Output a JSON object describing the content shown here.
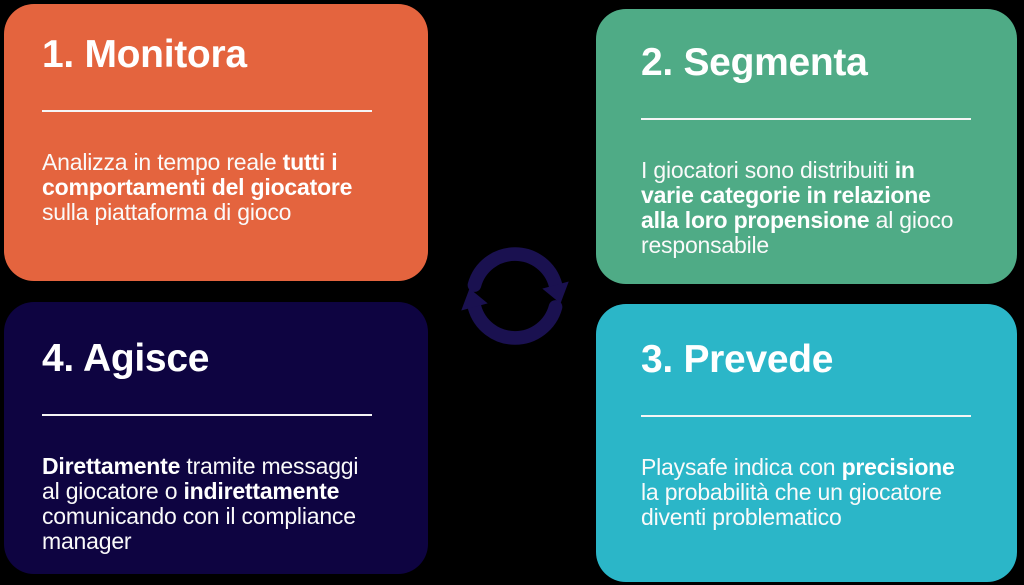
{
  "background_color": "#000000",
  "center_icon": {
    "name": "cycle-refresh-icon",
    "color": "#1A1150"
  },
  "cards": [
    {
      "id": "monitora",
      "title": "1. Monitora",
      "color": "#E4643E",
      "body": [
        {
          "text": "Analizza in tempo reale ",
          "bold": false,
          "br": false
        },
        {
          "text": "tutti i",
          "bold": true,
          "br": true
        },
        {
          "text": "comportamenti del giocatore",
          "bold": true,
          "br": true
        },
        {
          "text": "sulla piattaforma di gioco",
          "bold": false,
          "br": false
        }
      ]
    },
    {
      "id": "segmenta",
      "title": "2. Segmenta",
      "color": "#4FAB86",
      "body": [
        {
          "text": "I giocatori sono distribuiti ",
          "bold": false,
          "br": false
        },
        {
          "text": "in",
          "bold": true,
          "br": true
        },
        {
          "text": "varie categorie in relazione",
          "bold": true,
          "br": true
        },
        {
          "text": "alla loro propensione",
          "bold": true,
          "br": false
        },
        {
          "text": " al gioco",
          "bold": false,
          "br": true
        },
        {
          "text": "responsabile",
          "bold": false,
          "br": false
        }
      ]
    },
    {
      "id": "prevede",
      "title": "3. Prevede",
      "color": "#2BB6C8",
      "body": [
        {
          "text": "Playsafe indica con ",
          "bold": false,
          "br": false
        },
        {
          "text": "precisione",
          "bold": true,
          "br": true
        },
        {
          "text": "la probabilità che un giocatore",
          "bold": false,
          "br": true
        },
        {
          "text": "diventi problematico",
          "bold": false,
          "br": false
        }
      ]
    },
    {
      "id": "agisce",
      "title": "4. Agisce",
      "color": "#0E0441",
      "body": [
        {
          "text": "Direttamente",
          "bold": true,
          "br": false
        },
        {
          "text": " tramite messaggi",
          "bold": false,
          "br": true
        },
        {
          "text": "al giocatore o ",
          "bold": false,
          "br": false
        },
        {
          "text": "indirettamente",
          "bold": true,
          "br": true
        },
        {
          "text": "comunicando con il compliance",
          "bold": false,
          "br": true
        },
        {
          "text": "manager",
          "bold": false,
          "br": false
        }
      ]
    }
  ]
}
